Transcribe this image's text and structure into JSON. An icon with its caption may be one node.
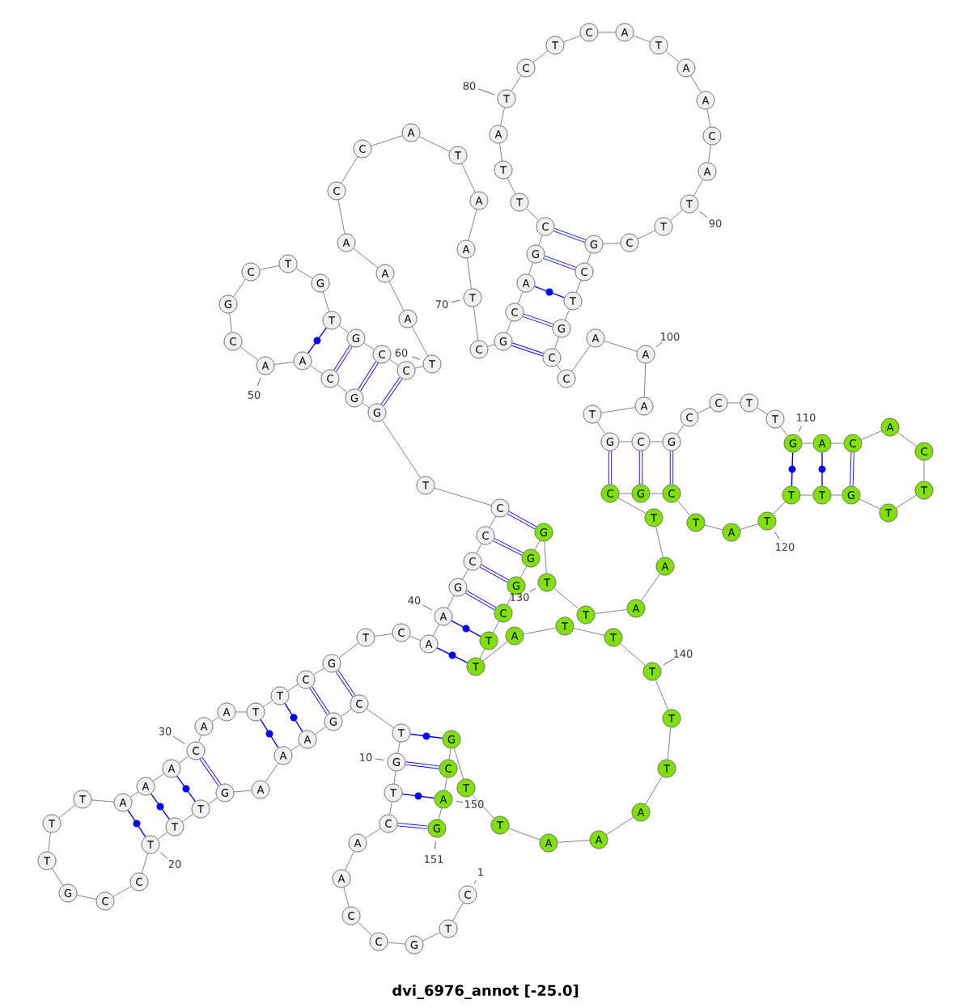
{
  "diagram": {
    "caption": "dvi_6976_annot [-25.0]",
    "nodes": [
      {
        "text": [
          "C"
        ],
        "beside": [
          "1"
        ]
      },
      {
        "text": [
          "T"
        ]
      },
      {
        "text": [
          "G"
        ]
      },
      {
        "text": [
          "C"
        ]
      },
      {
        "text": [
          "C"
        ]
      },
      {
        "text": [
          "A"
        ]
      },
      {
        "text": [
          "A"
        ]
      },
      {
        "text": [
          "C"
        ]
      },
      {
        "text": [
          "T"
        ]
      },
      {
        "text": [
          "G"
        ],
        "beside": [
          "10"
        ]
      },
      {
        "text": [
          "T"
        ]
      },
      {
        "text": [
          "C"
        ]
      },
      {
        "text": [
          "G"
        ]
      },
      {
        "text": [
          "A"
        ]
      },
      {
        "text": [
          "A"
        ]
      },
      {
        "text": [
          "A"
        ]
      },
      {
        "text": [
          "G"
        ]
      },
      {
        "text": [
          "T"
        ]
      },
      {
        "text": [
          "T"
        ]
      },
      {
        "text": [
          "T"
        ],
        "beside": [
          "20"
        ]
      },
      {
        "text": [
          "C"
        ]
      },
      {
        "text": [
          "C"
        ]
      },
      {
        "text": [
          "G"
        ]
      },
      {
        "text": [
          "T"
        ]
      },
      {
        "text": [
          "T"
        ]
      },
      {
        "text": [
          "T"
        ]
      },
      {
        "text": [
          "A"
        ]
      },
      {
        "text": [
          "A"
        ]
      },
      {
        "text": [
          "A"
        ]
      },
      {
        "text": [
          "C"
        ],
        "beside": [
          "30"
        ]
      },
      {
        "text": [
          "A"
        ]
      },
      {
        "text": [
          "A"
        ]
      },
      {
        "text": [
          "T"
        ]
      },
      {
        "text": [
          "T"
        ]
      },
      {
        "text": [
          "C"
        ]
      },
      {
        "text": [
          "G"
        ]
      },
      {
        "text": [
          "T"
        ]
      },
      {
        "text": [
          "C"
        ]
      },
      {
        "text": [
          "A"
        ]
      },
      {
        "text": [
          "A"
        ],
        "beside": [
          "40"
        ]
      },
      {
        "text": [
          "G"
        ]
      },
      {
        "text": [
          "C"
        ]
      },
      {
        "text": [
          "C"
        ]
      },
      {
        "text": [
          "C"
        ]
      },
      {
        "text": [
          "T"
        ]
      },
      {
        "text": [
          "G"
        ]
      },
      {
        "text": [
          "G"
        ]
      },
      {
        "text": [
          "C"
        ]
      },
      {
        "text": [
          "A"
        ]
      },
      {
        "text": [
          "A"
        ],
        "beside": [
          "50"
        ]
      },
      {
        "text": [
          "C"
        ]
      },
      {
        "text": [
          "G"
        ]
      },
      {
        "text": [
          "C"
        ]
      },
      {
        "text": [
          "T"
        ]
      },
      {
        "text": [
          "G"
        ]
      },
      {
        "text": [
          "T"
        ]
      },
      {
        "text": [
          "G"
        ]
      },
      {
        "text": [
          "C"
        ]
      },
      {
        "text": [
          "C"
        ]
      },
      {
        "text": [
          "T"
        ]
      },
      {
        "text": [
          "A"
        ]
      },
      {
        "text": [
          "A"
        ]
      },
      {
        "text": [
          "A"
        ]
      },
      {
        "text": [
          "C"
        ]
      },
      {
        "text": [
          "C"
        ]
      },
      {
        "text": [
          "A"
        ]
      },
      {
        "text": [
          "T"
        ]
      },
      {
        "text": [
          "A"
        ]
      },
      {
        "text": [
          "A"
        ]
      },
      {
        "text": [
          "T"
        ],
        "beside": [
          "70"
        ]
      },
      {
        "text": [
          "C"
        ]
      },
      {
        "text": [
          "G"
        ]
      },
      {
        "text": [
          "C"
        ]
      },
      {
        "text": [
          "A"
        ]
      },
      {
        "text": [
          "G"
        ]
      },
      {
        "text": [
          "C"
        ]
      },
      {
        "text": [
          "T"
        ]
      },
      {
        "text": [
          "T"
        ]
      },
      {
        "text": [
          "A"
        ]
      },
      {
        "text": [
          "T"
        ],
        "beside": [
          "80"
        ]
      },
      {
        "text": [
          "C"
        ]
      },
      {
        "text": [
          "T"
        ]
      },
      {
        "text": [
          "C"
        ]
      },
      {
        "text": [
          "A"
        ]
      },
      {
        "text": [
          "T"
        ]
      },
      {
        "text": [
          "A"
        ]
      },
      {
        "text": [
          "A"
        ]
      },
      {
        "text": [
          "C"
        ]
      },
      {
        "text": [
          "A"
        ]
      },
      {
        "text": [
          "T"
        ],
        "beside": [
          "90"
        ]
      },
      {
        "text": [
          "T"
        ]
      },
      {
        "text": [
          "C"
        ]
      },
      {
        "text": [
          "G"
        ]
      },
      {
        "text": [
          "C"
        ]
      },
      {
        "text": [
          "T"
        ]
      },
      {
        "text": [
          "G"
        ]
      },
      {
        "text": [
          "C"
        ]
      },
      {
        "text": [
          "C"
        ]
      },
      {
        "text": [
          "A"
        ]
      },
      {
        "text": [
          "A"
        ],
        "beside": [
          "100"
        ]
      },
      {
        "text": [
          "A"
        ]
      },
      {
        "text": [
          "T"
        ]
      },
      {
        "text": [
          "G"
        ]
      },
      {
        "text": [
          "C"
        ]
      },
      {
        "text": [
          "G"
        ]
      },
      {
        "text": [
          "C"
        ]
      },
      {
        "text": [
          "C"
        ]
      },
      {
        "text": [
          "T"
        ]
      },
      {
        "text": [
          "T"
        ]
      },
      {
        "text": [
          "G"
        ],
        "beside": [
          "110"
        ]
      },
      {
        "text": [
          "A"
        ]
      },
      {
        "text": [
          "C"
        ]
      },
      {
        "text": [
          "A"
        ]
      },
      {
        "text": [
          "C"
        ]
      },
      {
        "text": [
          "T"
        ]
      },
      {
        "text": [
          "T"
        ]
      },
      {
        "text": [
          "G"
        ]
      },
      {
        "text": [
          "T"
        ]
      },
      {
        "text": [
          "T"
        ]
      },
      {
        "text": [
          "T"
        ],
        "beside": [
          "120"
        ]
      },
      {
        "text": [
          "A"
        ]
      },
      {
        "text": [
          "T"
        ]
      },
      {
        "text": [
          "C"
        ]
      },
      {
        "text": [
          "G"
        ]
      },
      {
        "text": [
          "C"
        ]
      },
      {
        "text": [
          "T"
        ]
      },
      {
        "text": [
          "A"
        ]
      },
      {
        "text": [
          "A"
        ]
      },
      {
        "text": [
          "T"
        ]
      },
      {
        "text": [
          "T"
        ]
      },
      {
        "text": [
          "G"
        ]
      },
      {
        "text": [
          "G"
        ]
      },
      {
        "text": [
          "G"
        ]
      },
      {
        "text": [
          "C"
        ]
      },
      {
        "text": [
          "T"
        ]
      },
      {
        "text": [
          "T"
        ]
      },
      {
        "text": [
          "A"
        ]
      },
      {
        "text": [
          "T"
        ]
      },
      {
        "text": [
          "T"
        ]
      },
      {
        "text": [
          "T"
        ],
        "beside": [
          "140"
        ]
      },
      {
        "text": [
          "T"
        ]
      },
      {
        "text": [
          "T"
        ]
      },
      {
        "text": [
          "A"
        ]
      },
      {
        "text": [
          "A"
        ]
      },
      {
        "text": [
          "A"
        ]
      },
      {
        "text": [
          "T"
        ]
      },
      {
        "text": [
          "T"
        ]
      },
      {
        "text": [
          "G"
        ]
      },
      {
        "text": [
          "C"
        ]
      },
      {
        "text": [
          "A"
        ]
      },
      {
        "text": [
          "G"
        ],
        "beside": [
          "151"
        ]
      }
    ],
    "edges": [
      {
        "from": 0,
        "to": 1,
        "arrow": "none"
      },
      {
        "from": 1,
        "to": 2,
        "arrow": "none"
      },
      {
        "from": 2,
        "to": 3,
        "arrow": "none"
      },
      {
        "from": 3,
        "to": 4,
        "arrow": "none"
      },
      {
        "from": 4,
        "to": 5,
        "arrow": "none"
      },
      {
        "from": 5,
        "to": 6,
        "arrow": "none"
      },
      {
        "from": 6,
        "to": 7,
        "arrow": "none"
      },
      {
        "from": 7,
        "to": 8,
        "arrow": "none"
      },
      {
        "from": 8,
        "to": 9,
        "arrow": "none"
      },
      {
        "from": 9,
        "to": 10,
        "arrow": "none"
      },
      {
        "from": 10,
        "to": 11,
        "arrow": "none"
      },
      {
        "from": 11,
        "to": 12,
        "arrow": "none"
      },
      {
        "from": 12,
        "to": 13,
        "arrow": "none"
      },
      {
        "from": 13,
        "to": 14,
        "arrow": "none"
      },
      {
        "from": 14,
        "to": 15,
        "arrow": "none"
      },
      {
        "from": 15,
        "to": 16,
        "arrow": "none"
      },
      {
        "from": 16,
        "to": 17,
        "arrow": "none"
      },
      {
        "from": 17,
        "to": 18,
        "arrow": "none"
      },
      {
        "from": 18,
        "to": 19,
        "arrow": "none"
      },
      {
        "from": 19,
        "to": 20,
        "arrow": "none"
      },
      {
        "from": 20,
        "to": 21,
        "arrow": "none"
      },
      {
        "from": 21,
        "to": 22,
        "arrow": "none"
      },
      {
        "from": 22,
        "to": 23,
        "arrow": "none"
      },
      {
        "from": 23,
        "to": 24,
        "arrow": "none"
      },
      {
        "from": 24,
        "to": 25,
        "arrow": "none"
      },
      {
        "from": 25,
        "to": 26,
        "arrow": "none"
      },
      {
        "from": 26,
        "to": 27,
        "arrow": "none"
      },
      {
        "from": 27,
        "to": 28,
        "arrow": "none"
      },
      {
        "from": 28,
        "to": 29,
        "arrow": "none"
      },
      {
        "from": 29,
        "to": 30,
        "arrow": "none"
      },
      {
        "from": 30,
        "to": 31,
        "arrow": "none"
      },
      {
        "from": 31,
        "to": 32,
        "arrow": "none"
      },
      {
        "from": 32,
        "to": 33,
        "arrow": "none"
      },
      {
        "from": 33,
        "to": 34,
        "arrow": "none"
      },
      {
        "from": 34,
        "to": 35,
        "arrow": "none"
      },
      {
        "from": 35,
        "to": 36,
        "arrow": "none"
      },
      {
        "from": 36,
        "to": 37,
        "arrow": "none"
      },
      {
        "from": 37,
        "to": 38,
        "arrow": "none"
      },
      {
        "from": 38,
        "to": 39,
        "arrow": "none"
      },
      {
        "from": 39,
        "to": 40,
        "arrow": "none"
      },
      {
        "from": 40,
        "to": 41,
        "arrow": "none"
      },
      {
        "from": 41,
        "to": 42,
        "arrow": "none"
      },
      {
        "from": 42,
        "to": 43,
        "arrow": "none"
      },
      {
        "from": 43,
        "to": 44,
        "arrow": "none"
      },
      {
        "from": 44,
        "to": 45,
        "arrow": "none"
      },
      {
        "from": 45,
        "to": 46,
        "arrow": "none"
      },
      {
        "from": 46,
        "to": 47,
        "arrow": "none"
      },
      {
        "from": 47,
        "to": 48,
        "arrow": "none"
      },
      {
        "from": 48,
        "to": 49,
        "arrow": "none"
      },
      {
        "from": 49,
        "to": 50,
        "arrow": "none"
      },
      {
        "from": 50,
        "to": 51,
        "arrow": "none"
      },
      {
        "from": 51,
        "to": 52,
        "arrow": "none"
      },
      {
        "from": 52,
        "to": 53,
        "arrow": "none"
      },
      {
        "from": 53,
        "to": 54,
        "arrow": "none"
      },
      {
        "from": 54,
        "to": 55,
        "arrow": "none"
      },
      {
        "from": 55,
        "to": 56,
        "arrow": "none"
      },
      {
        "from": 56,
        "to": 57,
        "arrow": "none"
      },
      {
        "from": 57,
        "to": 58,
        "arrow": "none"
      },
      {
        "from": 58,
        "to": 59,
        "arrow": "none"
      },
      {
        "from": 59,
        "to": 60,
        "arrow": "none"
      },
      {
        "from": 60,
        "to": 61,
        "arrow": "none"
      },
      {
        "from": 61,
        "to": 62,
        "arrow": "none"
      },
      {
        "from": 62,
        "to": 63,
        "arrow": "none"
      },
      {
        "from": 63,
        "to": 64,
        "arrow": "none"
      },
      {
        "from": 64,
        "to": 65,
        "arrow": "none"
      },
      {
        "from": 65,
        "to": 66,
        "arrow": "none"
      },
      {
        "from": 66,
        "to": 67,
        "arrow": "none"
      },
      {
        "from": 67,
        "to": 68,
        "arrow": "none"
      },
      {
        "from": 68,
        "to": 69,
        "arrow": "none"
      },
      {
        "from": 69,
        "to": 70,
        "arrow": "none"
      },
      {
        "from": 70,
        "to": 71,
        "arrow": "none"
      },
      {
        "from": 71,
        "to": 72,
        "arrow": "none"
      },
      {
        "from": 72,
        "to": 73,
        "arrow": "none"
      },
      {
        "from": 73,
        "to": 74,
        "arrow": "none"
      },
      {
        "from": 74,
        "to": 75,
        "arrow": "none"
      },
      {
        "from": 75,
        "to": 76,
        "arrow": "none"
      },
      {
        "from": 76,
        "to": 77,
        "arrow": "none"
      },
      {
        "from": 77,
        "to": 78,
        "arrow": "none"
      },
      {
        "from": 78,
        "to": 79,
        "arrow": "none"
      },
      {
        "from": 79,
        "to": 80,
        "arrow": "none"
      },
      {
        "from": 80,
        "to": 81,
        "arrow": "none"
      },
      {
        "from": 81,
        "to": 82,
        "arrow": "none"
      },
      {
        "from": 82,
        "to": 83,
        "arrow": "none"
      },
      {
        "from": 83,
        "to": 84,
        "arrow": "none"
      },
      {
        "from": 84,
        "to": 85,
        "arrow": "none"
      },
      {
        "from": 85,
        "to": 86,
        "arrow": "none"
      },
      {
        "from": 86,
        "to": 87,
        "arrow": "none"
      },
      {
        "from": 87,
        "to": 88,
        "arrow": "none"
      },
      {
        "from": 88,
        "to": 89,
        "arrow": "none"
      },
      {
        "from": 89,
        "to": 90,
        "arrow": "none"
      },
      {
        "from": 90,
        "to": 91,
        "arrow": "none"
      },
      {
        "from": 91,
        "to": 92,
        "arrow": "none"
      },
      {
        "from": 92,
        "to": 93,
        "arrow": "none"
      },
      {
        "from": 93,
        "to": 94,
        "arrow": "none"
      },
      {
        "from": 94,
        "to": 95,
        "arrow": "none"
      },
      {
        "from": 95,
        "to": 96,
        "arrow": "none"
      },
      {
        "from": 96,
        "to": 97,
        "arrow": "none"
      },
      {
        "from": 97,
        "to": 98,
        "arrow": "none"
      },
      {
        "from": 98,
        "to": 99,
        "arrow": "none"
      },
      {
        "from": 99,
        "to": 100,
        "arrow": "none"
      },
      {
        "from": 100,
        "to": 101,
        "arrow": "none"
      },
      {
        "from": 101,
        "to": 102,
        "arrow": "none"
      },
      {
        "from": 102,
        "to": 103,
        "arrow": "none"
      },
      {
        "from": 103,
        "to": 104,
        "arrow": "none"
      },
      {
        "from": 104,
        "to": 105,
        "arrow": "none"
      },
      {
        "from": 105,
        "to": 106,
        "arrow": "none"
      },
      {
        "from": 106,
        "to": 107,
        "arrow": "none"
      },
      {
        "from": 107,
        "to": 108,
        "arrow": "none"
      },
      {
        "from": 108,
        "to": 109,
        "arrow": "none"
      },
      {
        "from": 109,
        "to": 110,
        "arrow": "none"
      },
      {
        "from": 110,
        "to": 111,
        "arrow": "none"
      },
      {
        "from": 111,
        "to": 112,
        "arrow": "none"
      },
      {
        "from": 112,
        "to": 113,
        "arrow": "none"
      },
      {
        "from": 113,
        "to": 114,
        "arrow": "none"
      },
      {
        "from": 114,
        "to": 115,
        "arrow": "none"
      },
      {
        "from": 115,
        "to": 116,
        "arrow": "none"
      },
      {
        "from": 116,
        "to": 117,
        "arrow": "none"
      },
      {
        "from": 117,
        "to": 118,
        "arrow": "none"
      },
      {
        "from": 118,
        "to": 119,
        "arrow": "none"
      },
      {
        "from": 119,
        "to": 120,
        "arrow": "none"
      },
      {
        "from": 120,
        "to": 121,
        "arrow": "none"
      },
      {
        "from": 121,
        "to": 122,
        "arrow": "none"
      },
      {
        "from": 122,
        "to": 123,
        "arrow": "none"
      },
      {
        "from": 123,
        "to": 124,
        "arrow": "none"
      },
      {
        "from": 124,
        "to": 125,
        "arrow": "none"
      },
      {
        "from": 125,
        "to": 126,
        "arrow": "none"
      },
      {
        "from": 126,
        "to": 127,
        "arrow": "none"
      },
      {
        "from": 127,
        "to": 128,
        "arrow": "none"
      },
      {
        "from": 128,
        "to": 129,
        "arrow": "none"
      },
      {
        "from": 129,
        "to": 130,
        "arrow": "none"
      },
      {
        "from": 130,
        "to": 131,
        "arrow": "none"
      },
      {
        "from": 131,
        "to": 132,
        "arrow": "none"
      },
      {
        "from": 132,
        "to": 133,
        "arrow": "none"
      },
      {
        "from": 133,
        "to": 134,
        "arrow": "none"
      },
      {
        "from": 134,
        "to": 135,
        "arrow": "none"
      },
      {
        "from": 135,
        "to": 136,
        "arrow": "none"
      },
      {
        "from": 136,
        "to": 137,
        "arrow": "none"
      },
      {
        "from": 137,
        "to": 138,
        "arrow": "none"
      },
      {
        "from": 138,
        "to": 139,
        "arrow": "none"
      },
      {
        "from": 139,
        "to": 140,
        "arrow": "none"
      },
      {
        "from": 140,
        "to": 141,
        "arrow": "none"
      },
      {
        "from": 141,
        "to": 142,
        "arrow": "none"
      },
      {
        "from": 142,
        "to": 143,
        "arrow": "none"
      },
      {
        "from": 143,
        "to": 144,
        "arrow": "none"
      },
      {
        "from": 144,
        "to": 145,
        "arrow": "none"
      },
      {
        "from": 145,
        "to": 146,
        "arrow": "none"
      },
      {
        "from": 146,
        "to": 147,
        "arrow": "none"
      },
      {
        "from": 147,
        "to": 148,
        "arrow": "none"
      },
      {
        "from": 148,
        "to": 149,
        "arrow": "none"
      },
      {
        "from": 149,
        "to": 150,
        "arrow": "none"
      },
      {
        "from": 7,
        "to": 150,
        "arrow": "none",
        "style": "thick",
        "color": "#0000ff"
      },
      {
        "from": 8,
        "to": 149,
        "arrow": "none",
        "color": "#0000ff"
      },
      {
        "from": 9,
        "to": 148,
        "arrow": "none",
        "style": "thick",
        "color": "#0000ff"
      },
      {
        "from": 10,
        "to": 147,
        "arrow": "none",
        "color": "#0000ff"
      },
      {
        "from": 11,
        "to": 35,
        "arrow": "none",
        "style": "thick",
        "color": "#0000ff"
      },
      {
        "from": 12,
        "to": 34,
        "arrow": "none",
        "style": "thick",
        "color": "#0000ff"
      },
      {
        "from": 13,
        "to": 33,
        "arrow": "none",
        "color": "#0000ff"
      },
      {
        "from": 14,
        "to": 32,
        "arrow": "none",
        "color": "#0000ff"
      },
      {
        "from": 16,
        "to": 29,
        "arrow": "none",
        "style": "thick",
        "color": "#0000ff"
      },
      {
        "from": 17,
        "to": 28,
        "arrow": "none",
        "color": "#0000ff"
      },
      {
        "from": 18,
        "to": 27,
        "arrow": "none",
        "color": "#0000ff"
      },
      {
        "from": 19,
        "to": 26,
        "arrow": "none",
        "color": "#0000ff"
      },
      {
        "from": 38,
        "to": 135,
        "arrow": "none",
        "color": "#0000ff"
      },
      {
        "from": 39,
        "to": 134,
        "arrow": "none",
        "color": "#0000ff"
      },
      {
        "from": 40,
        "to": 133,
        "arrow": "none",
        "style": "thick",
        "color": "#0000ff"
      },
      {
        "from": 41,
        "to": 132,
        "arrow": "none",
        "style": "thick",
        "color": "#0000ff"
      },
      {
        "from": 42,
        "to": 131,
        "arrow": "none",
        "style": "thick",
        "color": "#0000ff"
      },
      {
        "from": 43,
        "to": 130,
        "arrow": "none",
        "style": "thick",
        "color": "#0000ff"
      },
      {
        "from": 45,
        "to": 58,
        "arrow": "none",
        "style": "thick",
        "color": "#0000ff"
      },
      {
        "from": 46,
        "to": 57,
        "arrow": "none",
        "style": "thick",
        "color": "#0000ff"
      },
      {
        "from": 47,
        "to": 56,
        "arrow": "none",
        "style": "thick",
        "color": "#0000ff"
      },
      {
        "from": 48,
        "to": 55,
        "arrow": "none",
        "color": "#0000ff"
      },
      {
        "from": 71,
        "to": 96,
        "arrow": "none",
        "style": "thick",
        "color": "#0000ff"
      },
      {
        "from": 72,
        "to": 95,
        "arrow": "none",
        "style": "thick",
        "color": "#0000ff"
      },
      {
        "from": 73,
        "to": 94,
        "arrow": "none",
        "color": "#0000ff"
      },
      {
        "from": 74,
        "to": 93,
        "arrow": "none",
        "style": "thick",
        "color": "#0000ff"
      },
      {
        "from": 75,
        "to": 92,
        "arrow": "none",
        "style": "thick",
        "color": "#0000ff"
      },
      {
        "from": 102,
        "to": 124,
        "arrow": "none",
        "style": "thick",
        "color": "#0000ff"
      },
      {
        "from": 103,
        "to": 123,
        "arrow": "none",
        "style": "thick",
        "color": "#0000ff"
      },
      {
        "from": 104,
        "to": 122,
        "arrow": "none",
        "style": "thick",
        "color": "#0000ff"
      },
      {
        "from": 109,
        "to": 118,
        "arrow": "none",
        "color": "#0000ff"
      },
      {
        "from": 110,
        "to": 117,
        "arrow": "none",
        "color": "#0000ff"
      },
      {
        "from": 111,
        "to": 116,
        "arrow": "none",
        "style": "thick",
        "color": "#0000ff"
      }
    ],
    "labels": [
      "60",
      "130",
      "150"
    ]
  }
}
